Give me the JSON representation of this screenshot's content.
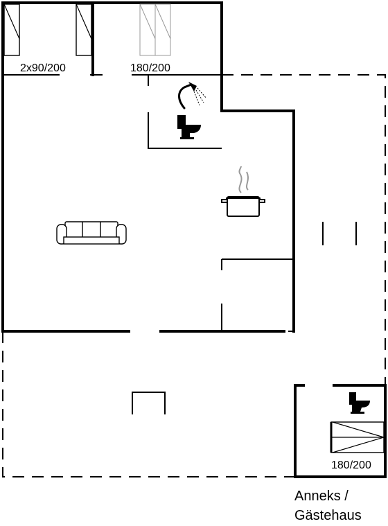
{
  "labels": {
    "bed_top_left": "2x90/200",
    "bed_top_middle": "180/200",
    "bed_annex": "180/200",
    "annex_line1": "Anneks /",
    "annex_line2": "Gästehaus"
  },
  "icons": [
    "shower-icon",
    "toilet-icon",
    "cooking-pot-icon",
    "sofa-icon",
    "annex-toilet-icon"
  ],
  "colors": {
    "walls": "#000000",
    "background": "#ffffff"
  }
}
